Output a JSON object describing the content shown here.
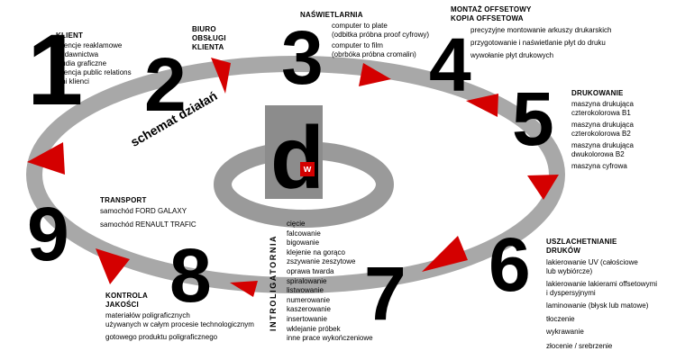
{
  "diagram_title": "schemat działań",
  "logo": {
    "letter": "d",
    "badge": "w"
  },
  "colors": {
    "ring": "#a8a8a8",
    "inner_ring": "#9a9a9a",
    "arrow": "#d40000",
    "logo_bg": "#8c8c8c"
  },
  "steps": [
    {
      "number": "1",
      "title": "KLIENT",
      "items": [
        "agencje reaklamowe",
        "wydawnictwa",
        "studia graficzne",
        "agencja public relations",
        "inni klienci"
      ]
    },
    {
      "number": "2",
      "title": "BIURO\nOBSŁUGI\nKLIENTA",
      "items": []
    },
    {
      "number": "3",
      "title": "NAŚWIETLARNIA",
      "items": [
        "computer to plate\n(odbitka próbna proof cyfrowy)",
        "computer to film\n(obrbóka próbna cromalin)"
      ]
    },
    {
      "number": "4",
      "title": "MONTAŻ OFFSETOWY\nKOPIA OFFSETOWA",
      "items": [
        "precyzyjne montowanie arkuszy drukarskich",
        "przygotowanie i naświetlanie płyt do druku",
        "wywołanie płyt drukowych"
      ]
    },
    {
      "number": "5",
      "title": "DRUKOWANIE",
      "items": [
        "maszyna drukująca\nczterokolorowa B1",
        "maszyna drukująca\nczterokolorowa B2",
        "maszyna drukująca\ndwukolorowa  B2",
        "maszyna cyfrowa"
      ]
    },
    {
      "number": "6",
      "title": "USZLACHETNIANIE\nDRUKÓW",
      "items": [
        "lakierowanie UV (całościowe\nlub wybiórcze)",
        "lakierowanie lakierami offsetowymi\ni dyspersyjnymi",
        "laminowanie (błysk lub matowe)",
        "tłoczenie",
        "wykrawanie",
        "złocenie / srebrzenie"
      ]
    },
    {
      "number": "7",
      "title": "INTROLIGATORNIA",
      "items": [
        "cięcie",
        "falcowanie",
        "bigowanie",
        "klejenie na gorąco",
        "zszywanie zeszytowe",
        "oprawa twarda",
        "spiralowanie",
        "listwowanie",
        "numerowanie",
        "kaszerowanie",
        "insertowanie",
        "wklejanie próbek",
        "inne prace wykończeniowe"
      ]
    },
    {
      "number": "8",
      "title": "KONTROLA\nJAKOŚCI",
      "items": [
        "materiałów poligraficznych\nużywanych w całym procesie technologicznym",
        "gotowego produktu poligraficznego"
      ]
    },
    {
      "number": "9",
      "title": "TRANSPORT",
      "items": [
        "samochód FORD GALAXY",
        "samochód RENAULT TRAFIC"
      ]
    }
  ]
}
